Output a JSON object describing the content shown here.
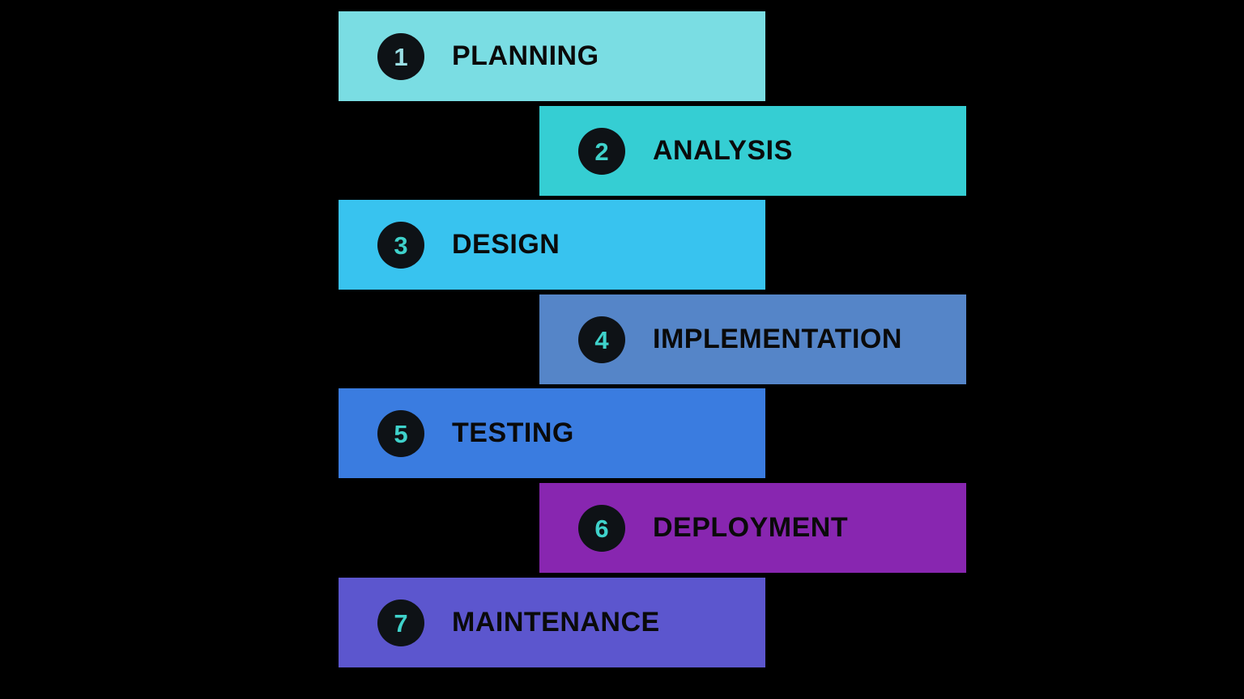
{
  "diagram": {
    "title": "software-development-lifecycle-staircase",
    "background_color": "#000000",
    "badge_background_color": "#0e1216",
    "steps": [
      {
        "number": "1",
        "label": "PLANNING",
        "bar_color": "#7ADDE3",
        "number_color": "#9ADFE5",
        "align": "left"
      },
      {
        "number": "2",
        "label": "ANALYSIS",
        "bar_color": "#35CED3",
        "number_color": "#3FD2CB",
        "align": "right"
      },
      {
        "number": "3",
        "label": "DESIGN",
        "bar_color": "#38C3EF",
        "number_color": "#3FD2CB",
        "align": "left"
      },
      {
        "number": "4",
        "label": "IMPLEMENTATION",
        "bar_color": "#5585C8",
        "number_color": "#3FD2CB",
        "align": "right"
      },
      {
        "number": "5",
        "label": "TESTING",
        "bar_color": "#3A7CE0",
        "number_color": "#3FD2CB",
        "align": "left"
      },
      {
        "number": "6",
        "label": "DEPLOYMENT",
        "bar_color": "#8826B0",
        "number_color": "#3FD2CB",
        "align": "right"
      },
      {
        "number": "7",
        "label": "MAINTENANCE",
        "bar_color": "#5C56CE",
        "number_color": "#3FD2CB",
        "align": "left"
      }
    ]
  }
}
